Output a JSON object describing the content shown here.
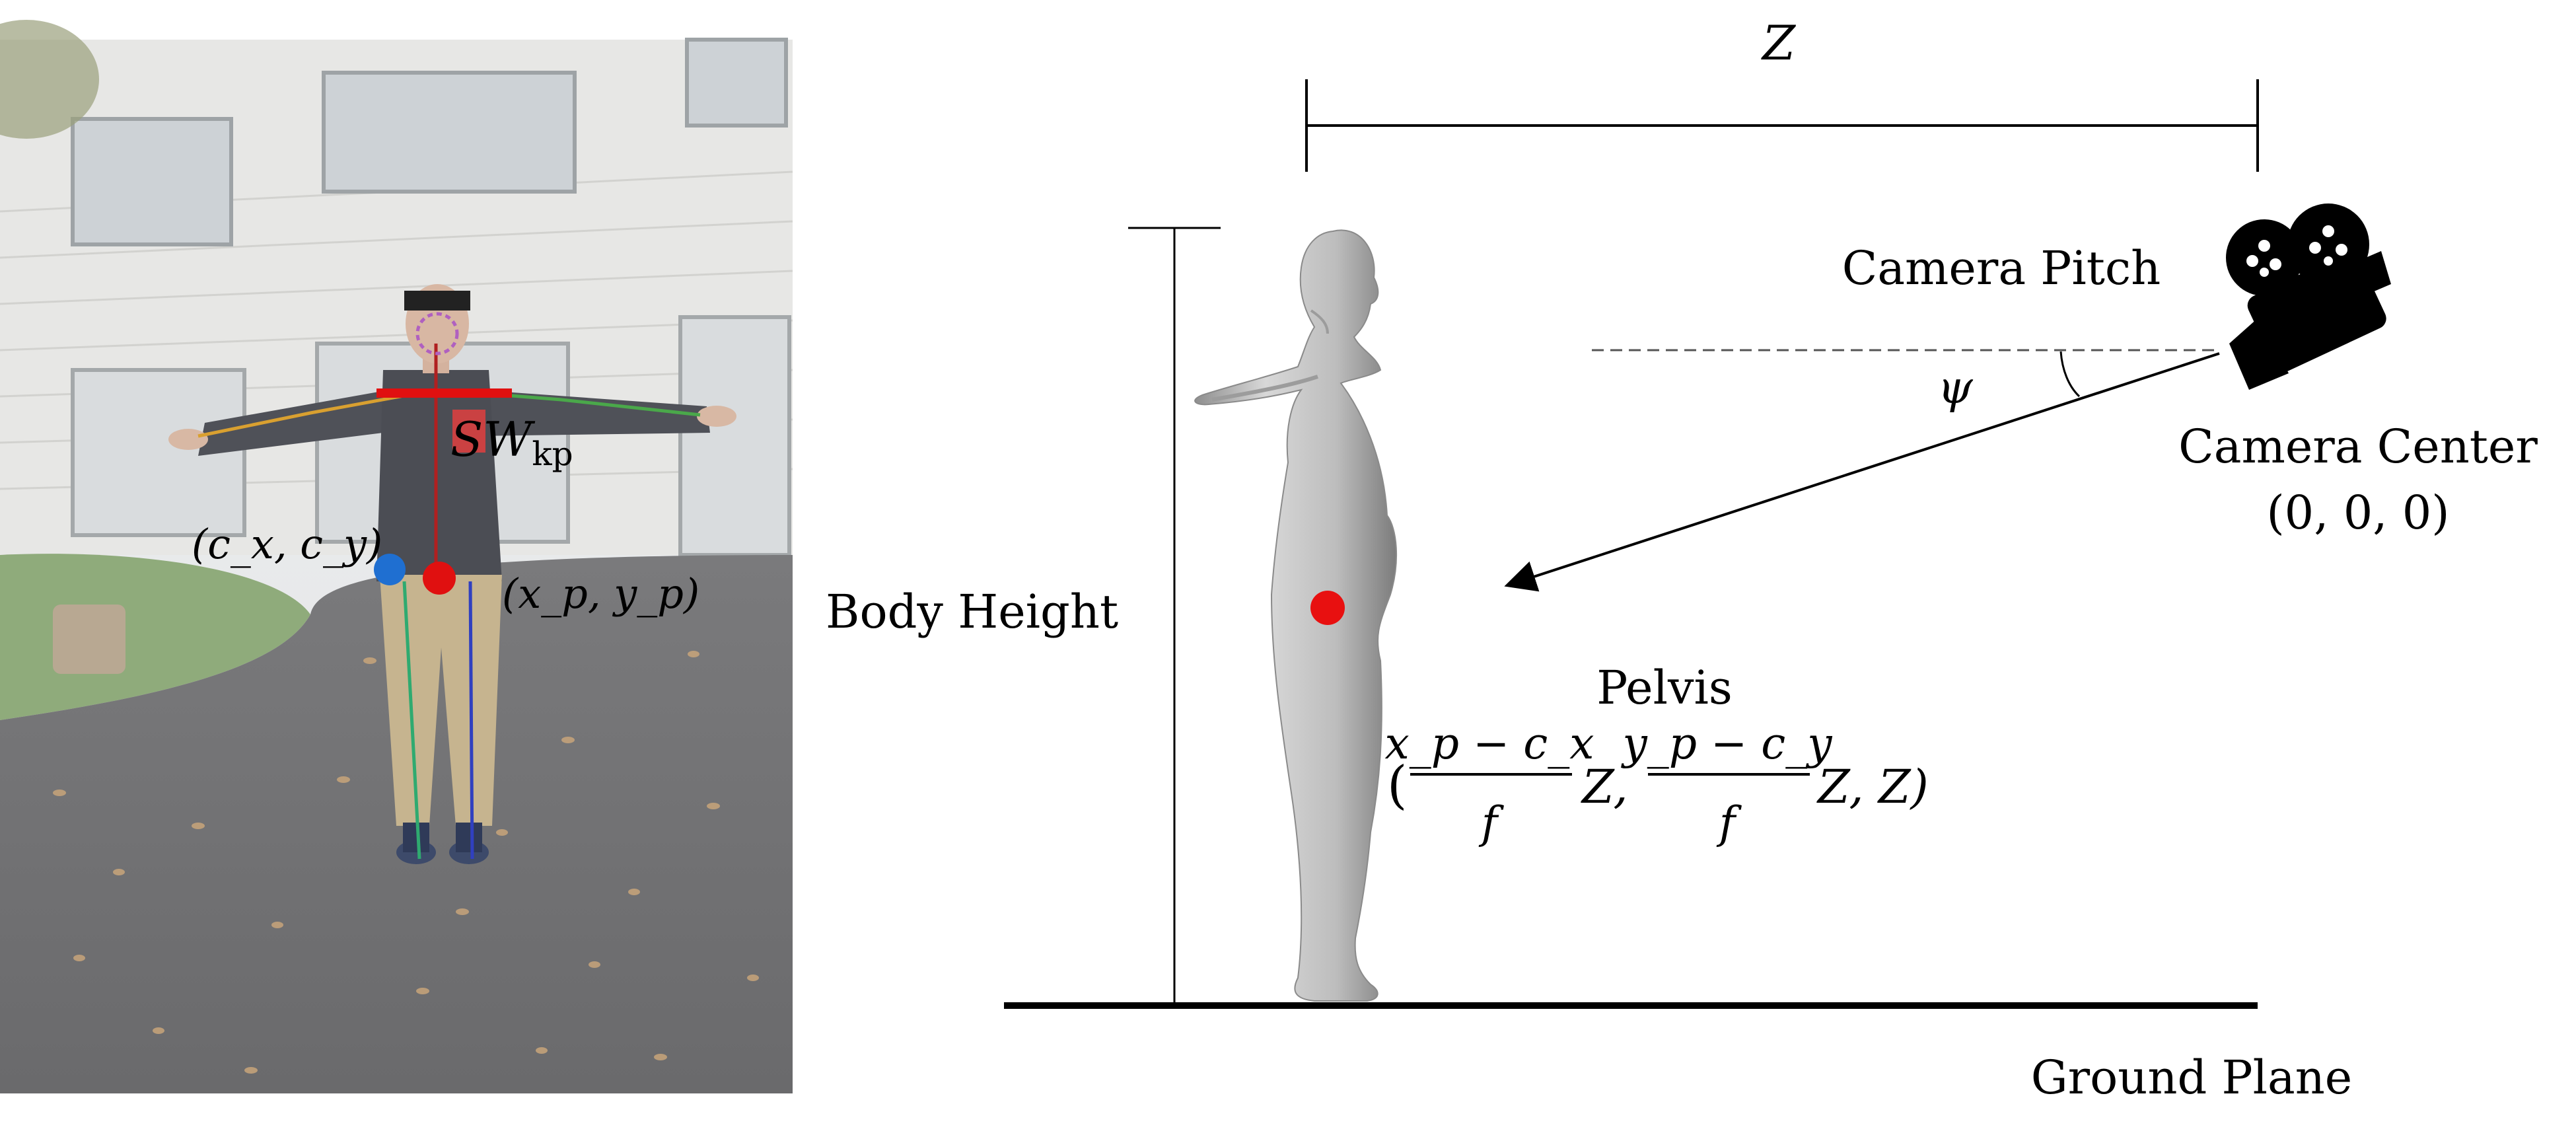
{
  "photo": {
    "label_center": "(c_x, c_y)",
    "label_pelvis": "(x_p, y_p)",
    "label_sw_main": "SW",
    "label_sw_sub": "kp",
    "colors": {
      "shoulder_bar": "#e01010",
      "center_dot": "#1f6fd1",
      "pelvis_dot": "#e01010",
      "label_box": "#e04040"
    }
  },
  "diagram": {
    "distance_label": "Z",
    "body_height_label": "Body Height",
    "camera_pitch_label": "Camera Pitch",
    "pitch_symbol": "ψ",
    "camera_center_label": "Camera Center",
    "camera_center_coords": "(0, 0, 0)",
    "pelvis_label": "Pelvis",
    "pelvis_formula": {
      "open": "(",
      "num_x": "x_p − c_x",
      "den_x": "f",
      "z1": "Z,",
      "num_y": "y_p − c_y",
      "den_y": "f",
      "tail": "Z, Z)"
    },
    "ground_label": "Ground Plane",
    "icons": [
      "camera-icon",
      "human-body-mesh"
    ],
    "colors": {
      "pelvis_dot": "#e81010",
      "lines": "#000000",
      "mesh": "#c9c9c9"
    }
  }
}
